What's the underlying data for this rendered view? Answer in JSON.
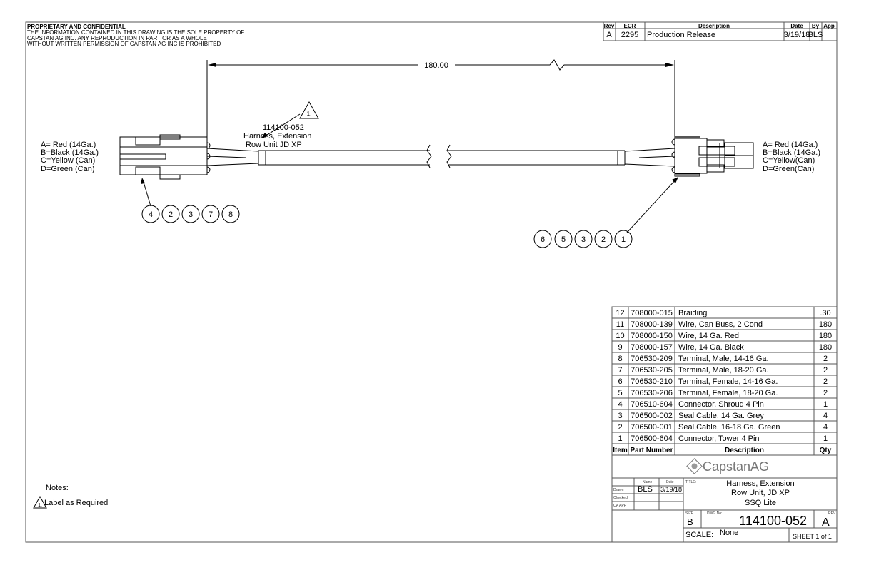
{
  "header": {
    "title": "PROPRIETARY AND CONFIDENTIAL",
    "lines": [
      "THE INFORMATION CONTAINED IN THIS DRAWING IS THE SOLE PROPERTY OF",
      "CAPSTAN AG INC. ANY REPRODUCTION IN PART OR AS A WHOLE",
      "WITHOUT WRITTEN PERMISSION OF CAPSTAN AG INC IS PROHIBITED"
    ]
  },
  "revisions": {
    "headers": [
      "Rev",
      "ECR",
      "Description",
      "Date",
      "By",
      "App"
    ],
    "rows": [
      [
        "A",
        "2295",
        "Production Release",
        "3/19/18",
        "BLS",
        ""
      ]
    ]
  },
  "dimension": "180.00",
  "label": {
    "flag": "1.",
    "part": "114100-052",
    "line1": "Harness, Extension",
    "line2": "Row Unit JD XP"
  },
  "left_pins": [
    "A= Red (14Ga.)",
    "B=Black (14Ga.)",
    "C=Yellow (Can)",
    "D=Green (Can)"
  ],
  "right_pins": [
    "A= Red (14Ga.)",
    "B=Black (14Ga.)",
    "C=Yellow(Can)",
    "D=Green(Can)"
  ],
  "left_balloons": [
    "4",
    "2",
    "3",
    "7",
    "8"
  ],
  "right_balloons": [
    "6",
    "5",
    "3",
    "2",
    "1"
  ],
  "bom": {
    "headers": [
      "Item",
      "Part Number",
      "Description",
      "Qty"
    ],
    "rows": [
      [
        "12",
        "708000-015",
        "Braiding",
        ".30"
      ],
      [
        "11",
        "708000-139",
        "Wire, Can Buss, 2 Cond",
        "180"
      ],
      [
        "10",
        "708000-150",
        "Wire, 14 Ga. Red",
        "180"
      ],
      [
        "9",
        "708000-157",
        "Wire, 14 Ga. Black",
        "180"
      ],
      [
        "8",
        "706530-209",
        "Terminal, Male, 14-16 Ga.",
        "2"
      ],
      [
        "7",
        "706530-205",
        "Terminal, Male, 18-20 Ga.",
        "2"
      ],
      [
        "6",
        "706530-210",
        "Terminal, Female, 14-16 Ga.",
        "2"
      ],
      [
        "5",
        "706530-206",
        "Terminal, Female, 18-20 Ga.",
        "2"
      ],
      [
        "4",
        "706510-604",
        "Connector, Shroud 4 Pin",
        "1"
      ],
      [
        "3",
        "706500-002",
        "Seal Cable, 14 Ga. Grey",
        "4"
      ],
      [
        "2",
        "706500-001",
        "Seal,Cable, 16-18 Ga. Green",
        "4"
      ],
      [
        "1",
        "706500-604",
        "Connector, Tower 4 Pin",
        "1"
      ]
    ]
  },
  "title_block": {
    "logo": "CapstanAG",
    "name_label": "Name",
    "date_label": "Date",
    "drawn_label": "Drawn",
    "checked_label": "Checked",
    "qa_label": "QA APP",
    "drawn_name": "BLS",
    "drawn_date": "3/19/18",
    "title_label": "TITLE:",
    "title_lines": [
      "Harness, Extension",
      "Row Unit, JD XP",
      "SSQ Lite"
    ],
    "size_label": "SIZE",
    "size": "B",
    "dwg_label": "DWG No:",
    "dwg_no": "114100-052",
    "rev_label": "REV",
    "rev": "A",
    "scale_label": "SCALE:",
    "scale": "None",
    "sheet": "SHEET 1 of 1"
  },
  "notes": {
    "title": "Notes:",
    "flag": "1.",
    "items": [
      "Label as Required"
    ]
  }
}
